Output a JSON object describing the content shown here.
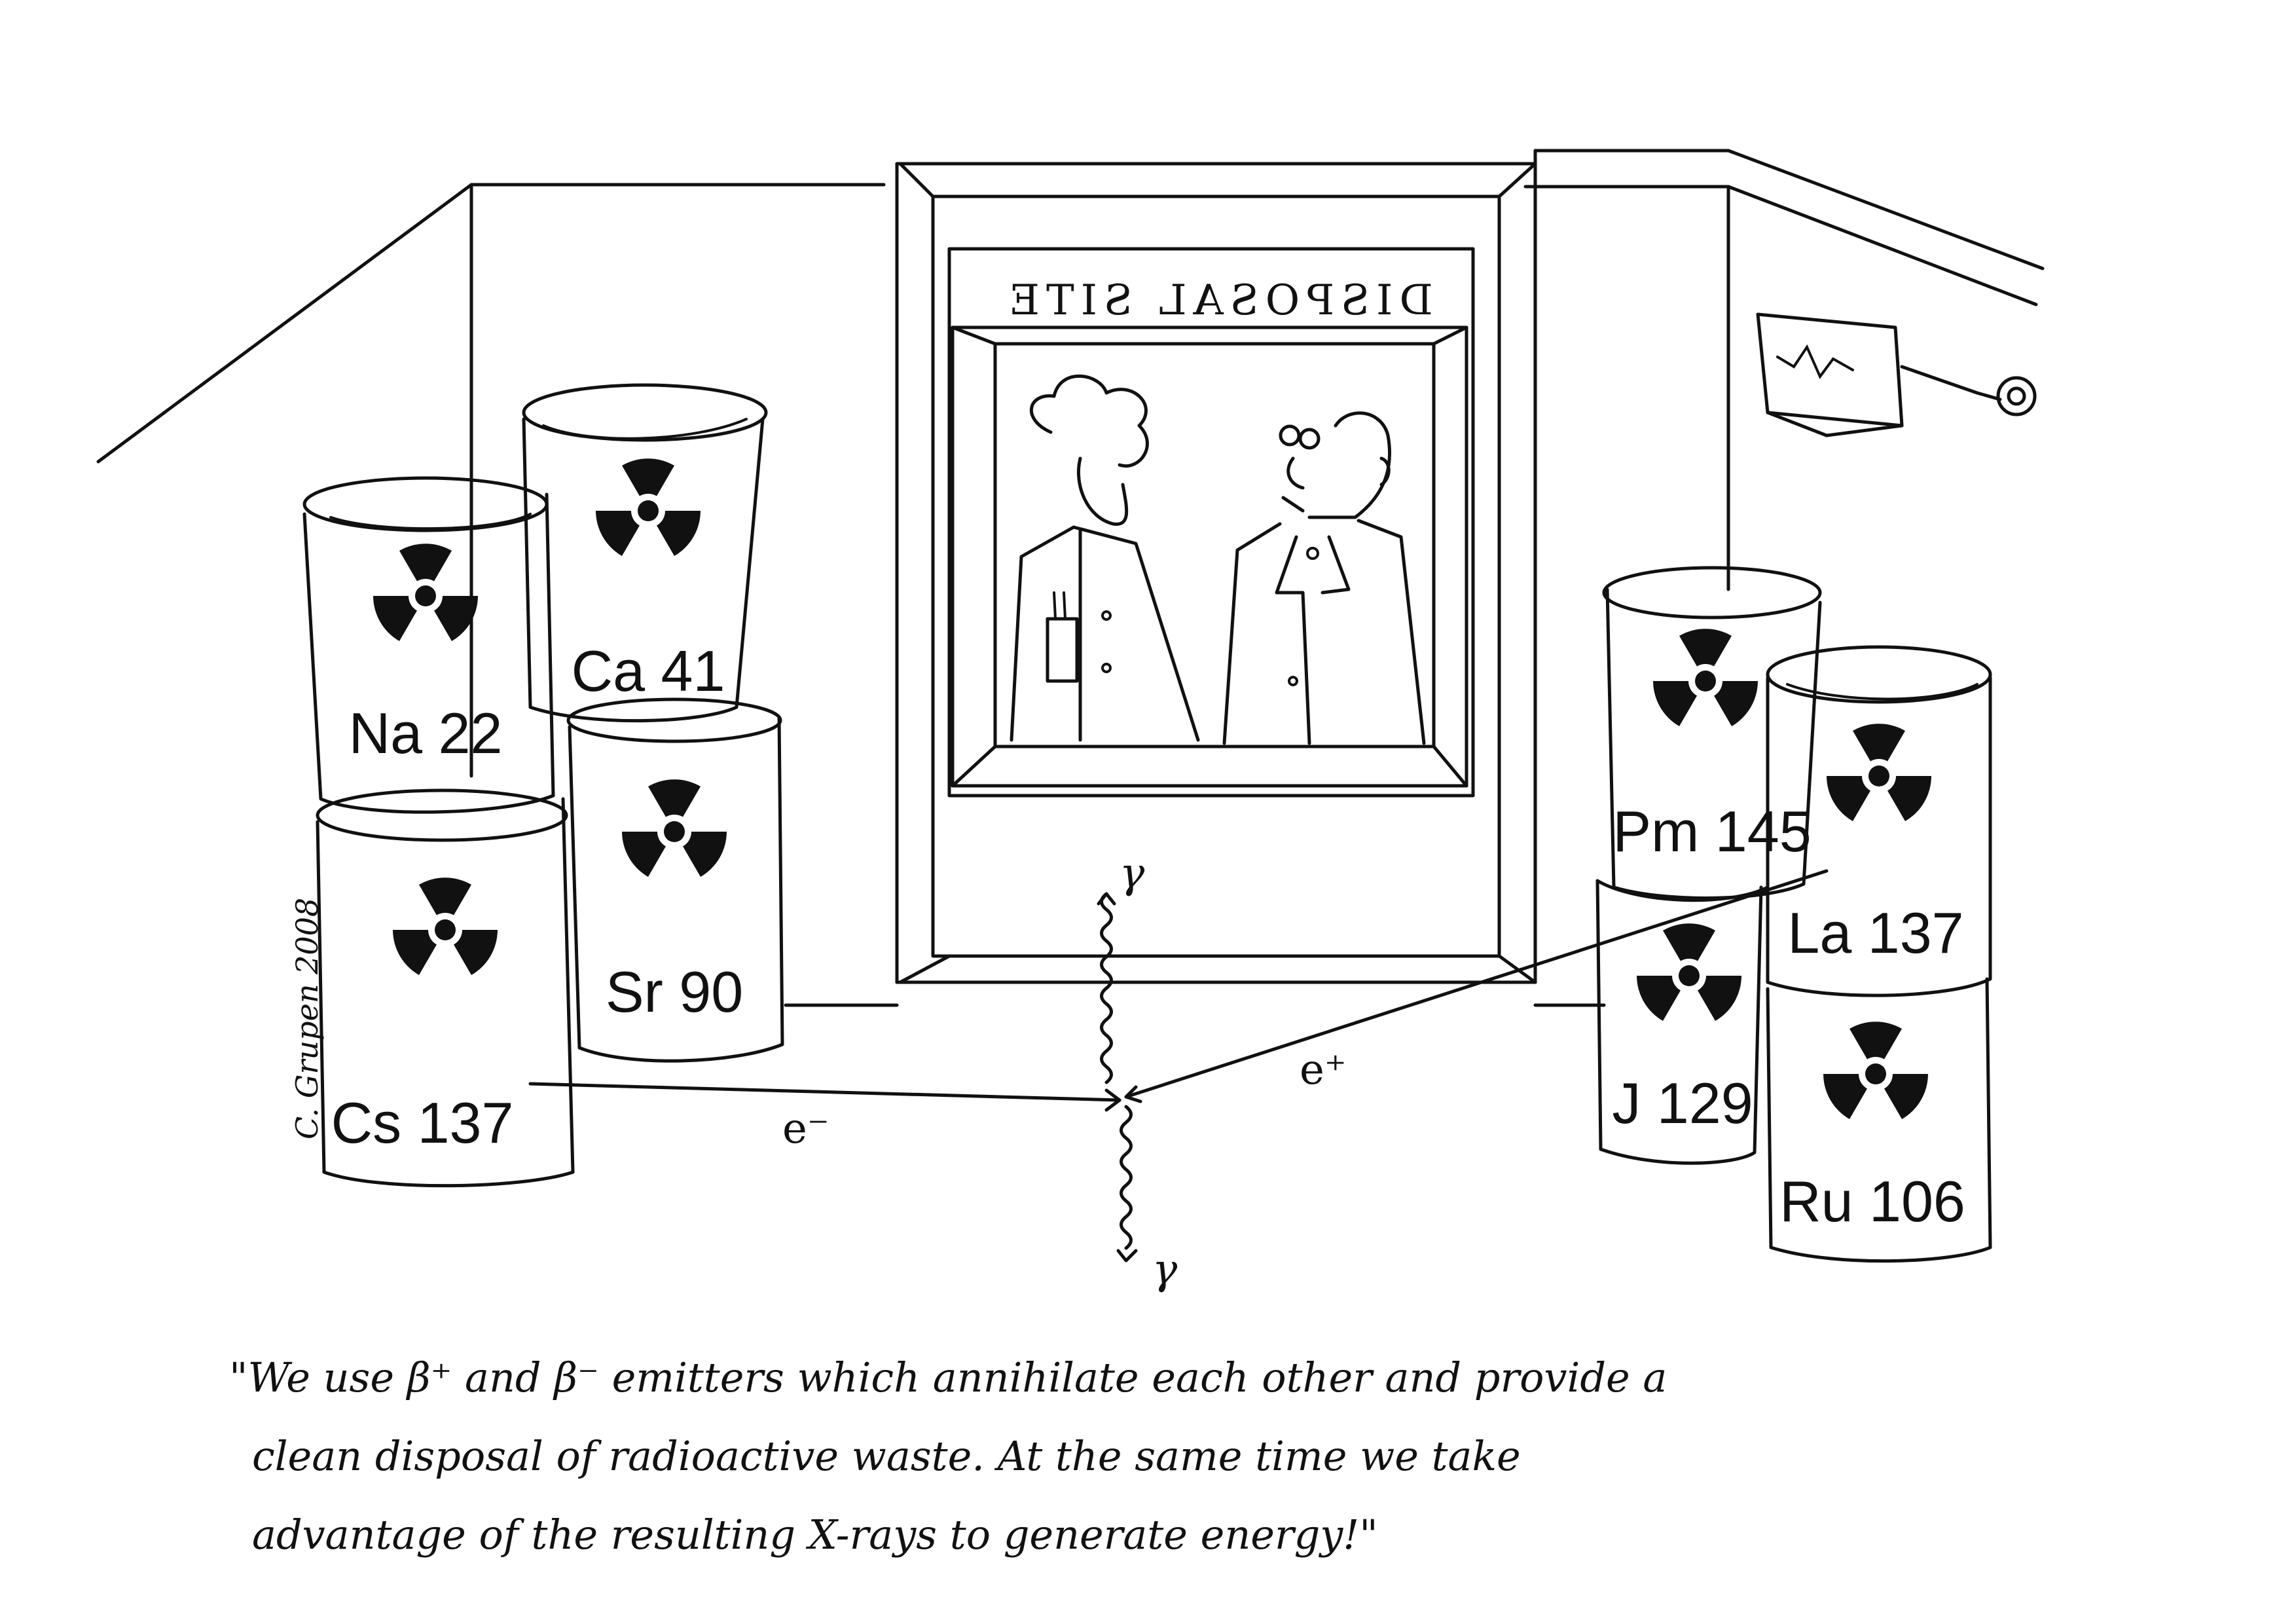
{
  "sign": {
    "text": "DISPOSAL SITE"
  },
  "artist_signature": {
    "text": "C. Grupen 2008"
  },
  "barrels": [
    {
      "id": "na22",
      "label": "Na 22"
    },
    {
      "id": "ca41",
      "label": "Ca 41"
    },
    {
      "id": "cs137",
      "label": "Cs 137"
    },
    {
      "id": "sr90",
      "label": "Sr 90"
    },
    {
      "id": "pm145",
      "label": "Pm 145"
    },
    {
      "id": "la137",
      "label": "La 137"
    },
    {
      "id": "j129",
      "label": "J 129"
    },
    {
      "id": "ru106",
      "label": "Ru 106"
    }
  ],
  "particles": {
    "electron": "e⁻",
    "positron": "e⁺",
    "gamma_top": "γ",
    "gamma_bottom": "γ"
  },
  "caption": {
    "line1": "\"We use β⁺ and β⁻ emitters which annihilate each other and provide a",
    "line2": "clean disposal of radioactive waste. At the same time we take",
    "line3": "advantage of the resulting X-rays to generate energy!\""
  }
}
